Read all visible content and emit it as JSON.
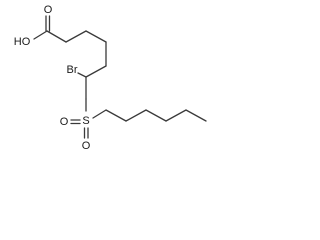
{
  "molecule": {
    "atoms": {
      "hydroxyl": "HO",
      "carbonyl_oxygen": "O",
      "bromine": "Br",
      "sulfur": "S",
      "sulfonyl_oxygen_left": "O",
      "sulfonyl_oxygen_bottom": "O"
    }
  },
  "colors": {
    "bond": "#3a3a3a",
    "label": "#1a1a1a",
    "background": "#ffffff"
  }
}
